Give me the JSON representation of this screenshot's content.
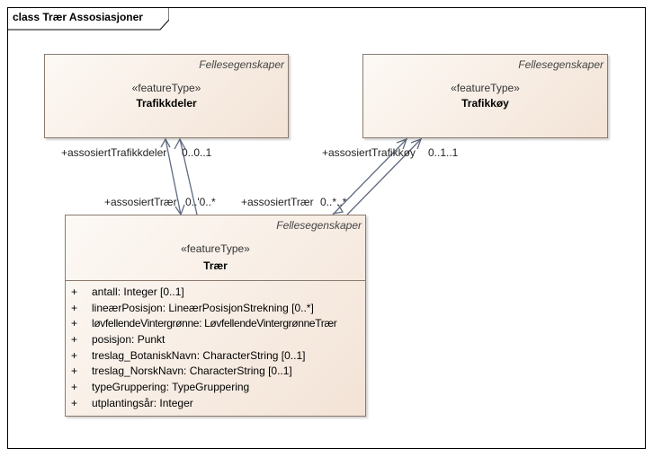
{
  "diagram": {
    "title": "class Trær Assosiasjoner"
  },
  "classes": {
    "trafikkdeler": {
      "package": "Fellesegenskaper",
      "stereotype": "«featureType»",
      "name": "Trafikkdeler"
    },
    "trafikkoy": {
      "package": "Fellesegenskaper",
      "stereotype": "«featureType»",
      "name": "Trafikkøy"
    },
    "traer": {
      "package": "Fellesegenskaper",
      "stereotype": "«featureType»",
      "name": "Trær",
      "attributes": [
        {
          "vis": "+",
          "text": "antall: Integer [0..1]"
        },
        {
          "vis": "+",
          "text": "lineærPosisjon: LineærPosisjonStrekning [0..*]"
        },
        {
          "vis": "+",
          "text": "løvfellendeVintergrønne: LøvfellendeVintergrønneTrær"
        },
        {
          "vis": "+",
          "text": "posisjon: Punkt"
        },
        {
          "vis": "+",
          "text": "treslag_BotaniskNavn: CharacterString [0..1]"
        },
        {
          "vis": "+",
          "text": "treslag_NorskNavn: CharacterString [0..1]"
        },
        {
          "vis": "+",
          "text": "typeGruppering: TypeGruppering"
        },
        {
          "vis": "+",
          "text": "utplantingsår: Integer"
        }
      ]
    }
  },
  "associations": {
    "trafikkdeler": {
      "role_top": "+assosiertTrafikkdeler",
      "mult_top": "0..0..1",
      "role_bottom": "+assosiertTrær",
      "mult_bottom": "0..'0..*"
    },
    "trafikkoy": {
      "role_top": "+assosiertTrafikkøy",
      "mult_top": "0..1..1",
      "role_bottom": "+assosiertTrær",
      "mult_bottom": "0..*..*"
    }
  },
  "colors": {
    "line": "#5f6b80",
    "border": "#8a7a6e",
    "fill_light": "#fdf9f5",
    "fill_dark": "#f3e3d6"
  }
}
